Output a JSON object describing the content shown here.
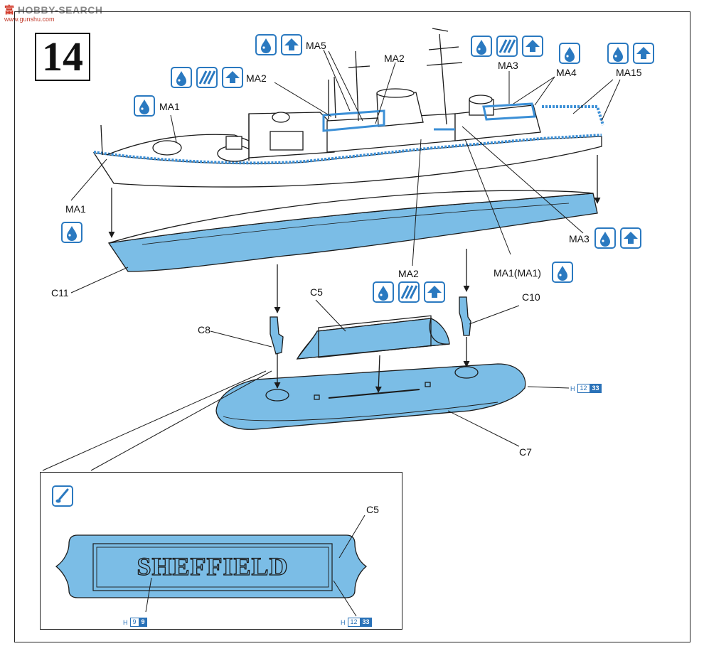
{
  "watermark": {
    "brand_red": "富",
    "brand_gray": "HOBBY-SEARCH",
    "site": "www.gunshu.com"
  },
  "step_number": "14",
  "labels": {
    "MA5": "MA5",
    "MA2_top": "MA2",
    "MA3_top": "MA3",
    "MA4": "MA4",
    "MA2_left": "MA2",
    "MA15": "MA15",
    "MA1_top": "MA1",
    "MA1_left": "MA1",
    "MA3_right": "MA3",
    "C11": "C11",
    "MA2_mid": "MA2",
    "MA1_MA1": "MA1(MA1)",
    "C5": "C5",
    "C10": "C10",
    "C8": "C8",
    "C7": "C7",
    "C5_inset": "C5"
  },
  "nameplate_text": "SHEFFIELD",
  "refs": {
    "stand": {
      "prefix": "H",
      "a": "12",
      "b": "33"
    },
    "inset_left": {
      "prefix": "H",
      "a": "9",
      "b": "9"
    },
    "inset_right": {
      "prefix": "H",
      "a": "12",
      "b": "33"
    }
  },
  "icons": {
    "paint_drop": "paint-drop-icon",
    "stripes": "stripe-pattern-icon",
    "arrow_up": "arrow-up-icon",
    "brush": "brush-icon"
  },
  "colors": {
    "part_blue": "#7bbde6",
    "icon_blue": "#2a79c0",
    "line": "#1b1b1b",
    "highlight_blue": "#3b8fd6"
  }
}
